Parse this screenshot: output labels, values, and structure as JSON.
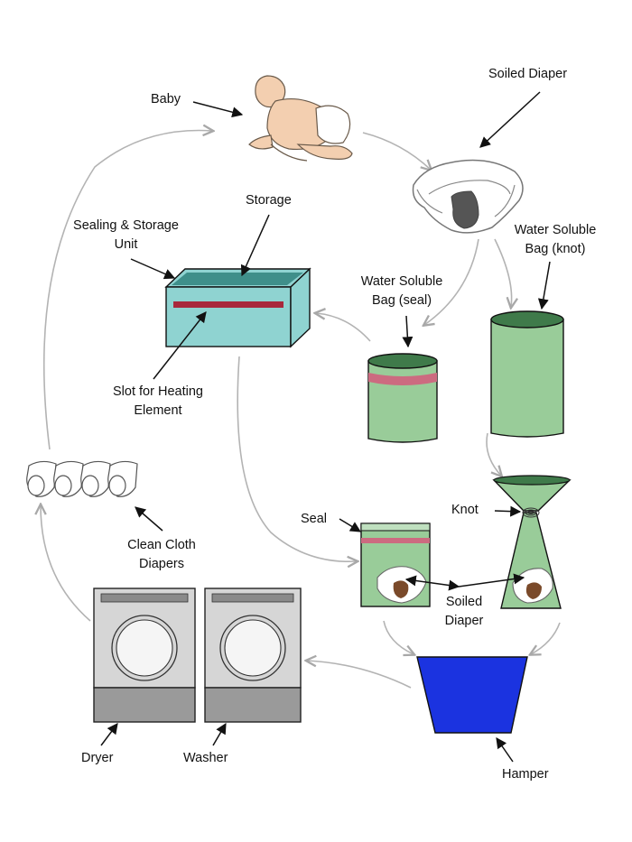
{
  "labels": {
    "baby": "Baby",
    "soiled_diaper_top": "Soiled Diaper",
    "storage": "Storage",
    "sealing_unit_1": "Sealing & Storage",
    "sealing_unit_2": "Unit",
    "bag_seal_1": "Water Soluble",
    "bag_seal_2": "Bag (seal)",
    "bag_knot_1": "Water Soluble",
    "bag_knot_2": "Bag (knot)",
    "slot_1": "Slot for Heating",
    "slot_2": "Element",
    "clean_1": "Clean Cloth",
    "clean_2": "Diapers",
    "seal": "Seal",
    "knot": "Knot",
    "soiled_bottom_1": "Soiled",
    "soiled_bottom_2": "Diaper",
    "dryer": "Dryer",
    "washer": "Washer",
    "hamper": "Hamper"
  },
  "colors": {
    "bag_green": "#99cc99",
    "bag_green_dark": "#3f7a4a",
    "seal_pink": "#cc6b80",
    "unit_teal": "#8fd3d1",
    "unit_teal_dark": "#3f8f8a",
    "slot_red": "#a8283c",
    "hamper_blue": "#1b33e0",
    "machine_gray": "#d6d6d6",
    "machine_base": "#9a9a9a",
    "flow_arrow": "#b3b3b3"
  }
}
